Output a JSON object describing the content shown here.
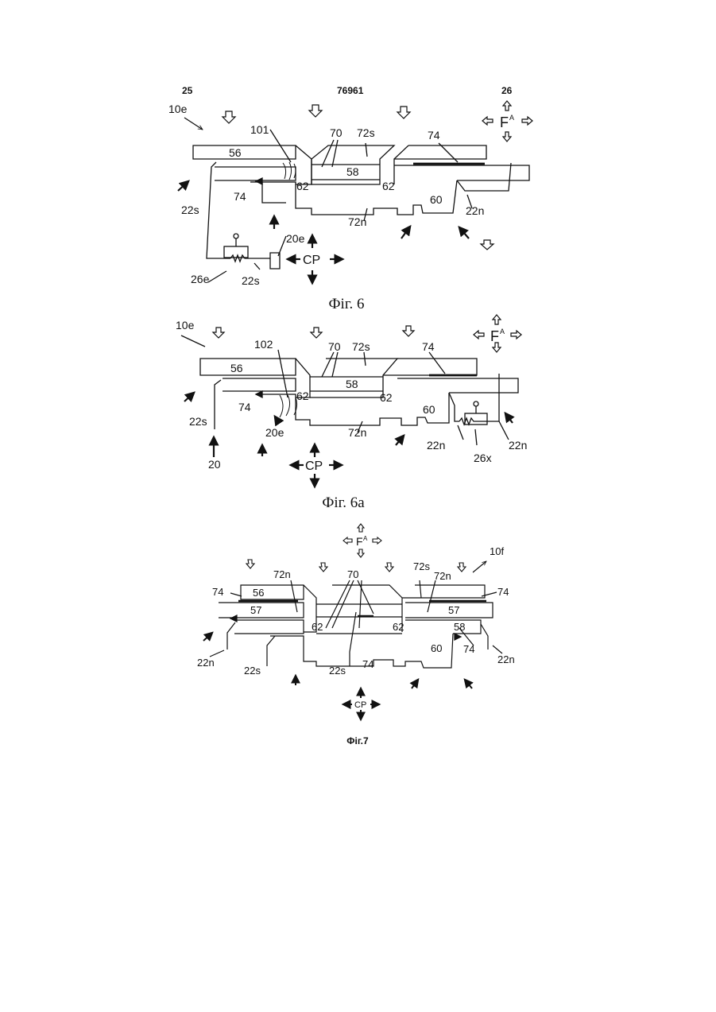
{
  "header": {
    "left_page": "25",
    "doc_number": "76961",
    "right_page": "26"
  },
  "fig6": {
    "caption": "Фіг. 6",
    "labels": {
      "ref_10e": "10e",
      "ref_101": "101",
      "ref_70": "70",
      "ref_72s": "72s",
      "ref_74a": "74",
      "ref_56": "56",
      "ref_58": "58",
      "ref_62a": "62",
      "ref_62b": "62",
      "ref_74b": "74",
      "ref_60": "60",
      "ref_22s_left": "22s",
      "ref_22n": "22n",
      "ref_72n": "72n",
      "ref_20e": "20e",
      "ref_cp": "CP",
      "ref_26e": "26e",
      "ref_22s_bottom": "22s",
      "ref_fa": "F",
      "ref_fa_sup": "A"
    }
  },
  "fig6a": {
    "caption": "Фіг. 6а",
    "labels": {
      "ref_10e": "10e",
      "ref_102": "102",
      "ref_70": "70",
      "ref_72s": "72s",
      "ref_74a": "74",
      "ref_56": "56",
      "ref_58": "58",
      "ref_62a": "62",
      "ref_62b": "62",
      "ref_74b": "74",
      "ref_60": "60",
      "ref_22s": "22s",
      "ref_20e": "20e",
      "ref_72n": "72n",
      "ref_20": "20",
      "ref_cp": "CP",
      "ref_22n_left": "22n",
      "ref_26x": "26x",
      "ref_22n_right": "22n",
      "ref_fa": "F",
      "ref_fa_sup": "A"
    }
  },
  "fig7": {
    "caption": "Фіг.7",
    "labels": {
      "ref_fa": "F",
      "ref_fa_sup": "A",
      "ref_10f": "10f",
      "ref_72n_left": "72n",
      "ref_70": "70",
      "ref_72s": "72s",
      "ref_72n_right": "72n",
      "ref_74_tl": "74",
      "ref_56": "56",
      "ref_74_tr": "74",
      "ref_57_left": "57",
      "ref_57_right": "57",
      "ref_62a": "62",
      "ref_62b": "62",
      "ref_58": "58",
      "ref_74_right": "74",
      "ref_60": "60",
      "ref_22n_left": "22n",
      "ref_22s_a": "22s",
      "ref_22s_b": "22s",
      "ref_74_mid": "74",
      "ref_22n_right": "22n",
      "ref_cp": "CP"
    }
  },
  "colors": {
    "ink": "#111111",
    "paper": "#ffffff"
  }
}
